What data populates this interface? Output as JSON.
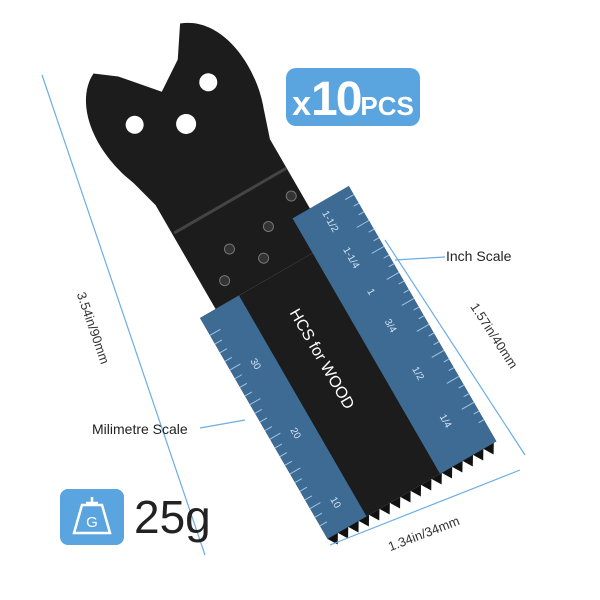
{
  "badge": {
    "prefix": "x",
    "count": "10",
    "unit": "PCS"
  },
  "labels": {
    "inch_scale": "Inch Scale",
    "mm_scale": "Milimetre Scale"
  },
  "dimensions": {
    "length": "3.54in/90mm",
    "cut_depth": "1.57in/40mm",
    "width": "1.34in/34mm"
  },
  "blade": {
    "text": "HCS for WOOD",
    "mm_ticks": [
      "10",
      "20",
      "30"
    ],
    "inch_ticks": [
      "1/4",
      "1/2",
      "3/4",
      "1",
      "1-1/4",
      "1-1/2"
    ]
  },
  "weight": {
    "icon_letter": "G",
    "value": "25g"
  },
  "colors": {
    "accent": "#5aa4e0",
    "blade_blue": "#3d6b94",
    "blade_black": "#1c1c1c"
  }
}
